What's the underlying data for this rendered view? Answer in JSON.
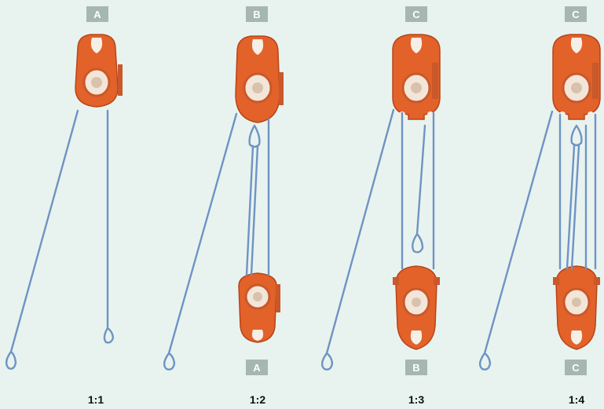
{
  "panels": [
    {
      "top_label": "A",
      "bottom_label": "",
      "ratio": "1:1"
    },
    {
      "top_label": "B",
      "bottom_label": "A",
      "ratio": "1:2"
    },
    {
      "top_label": "C",
      "bottom_label": "B",
      "ratio": "1:3"
    },
    {
      "top_label": "C",
      "bottom_label": "C",
      "ratio": "1:4"
    }
  ],
  "colors": {
    "background": "#e8f3ef",
    "badge": "#a6b6b0",
    "rope": "#6f93c4",
    "pulley": "#e2622a",
    "pulley_dark": "#b8441b",
    "sheave": "#f3e6d8"
  }
}
